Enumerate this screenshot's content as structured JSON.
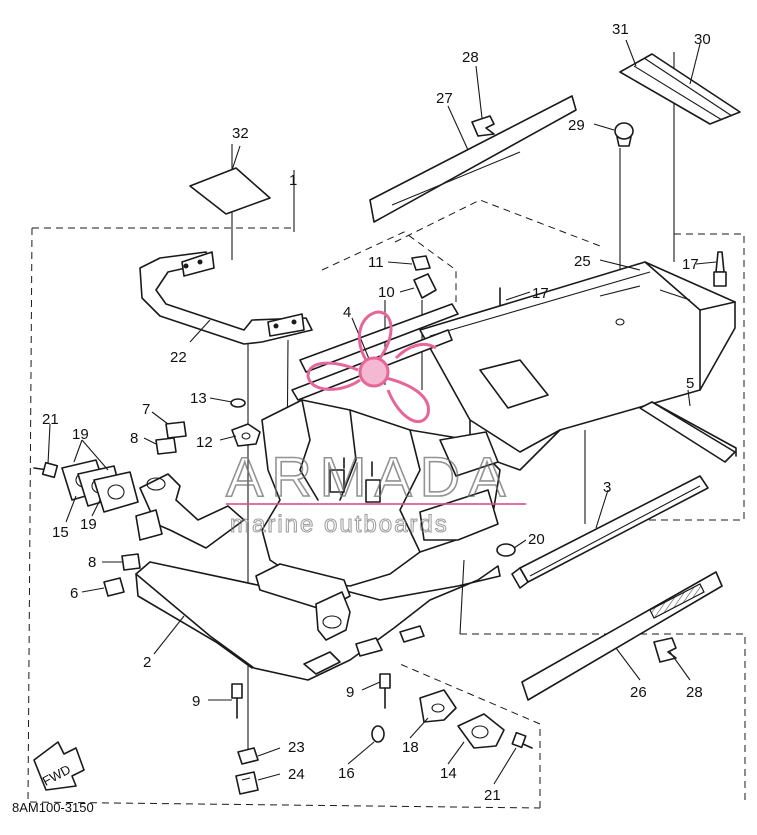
{
  "diagram": {
    "drawing_code": "8AM100-3150",
    "fwd_label": "FWD",
    "watermark": {
      "brand": "ARMADA",
      "tagline": "marine outboards",
      "logo_color": "#e6669a"
    },
    "callouts": [
      {
        "id": "c1",
        "label": "1"
      },
      {
        "id": "c2",
        "label": "2"
      },
      {
        "id": "c3",
        "label": "3"
      },
      {
        "id": "c4",
        "label": "4"
      },
      {
        "id": "c5",
        "label": "5"
      },
      {
        "id": "c6",
        "label": "6"
      },
      {
        "id": "c7",
        "label": "7"
      },
      {
        "id": "c8a",
        "label": "8"
      },
      {
        "id": "c8b",
        "label": "8"
      },
      {
        "id": "c9a",
        "label": "9"
      },
      {
        "id": "c9b",
        "label": "9"
      },
      {
        "id": "c10",
        "label": "10"
      },
      {
        "id": "c11",
        "label": "11"
      },
      {
        "id": "c12",
        "label": "12"
      },
      {
        "id": "c13",
        "label": "13"
      },
      {
        "id": "c14",
        "label": "14"
      },
      {
        "id": "c15",
        "label": "15"
      },
      {
        "id": "c16",
        "label": "16"
      },
      {
        "id": "c17a",
        "label": "17"
      },
      {
        "id": "c17b",
        "label": "17"
      },
      {
        "id": "c18",
        "label": "18"
      },
      {
        "id": "c19a",
        "label": "19"
      },
      {
        "id": "c19b",
        "label": "19"
      },
      {
        "id": "c20",
        "label": "20"
      },
      {
        "id": "c21a",
        "label": "21"
      },
      {
        "id": "c21b",
        "label": "21"
      },
      {
        "id": "c22",
        "label": "22"
      },
      {
        "id": "c23",
        "label": "23"
      },
      {
        "id": "c24",
        "label": "24"
      },
      {
        "id": "c25",
        "label": "25"
      },
      {
        "id": "c26",
        "label": "26"
      },
      {
        "id": "c27",
        "label": "27"
      },
      {
        "id": "c28a",
        "label": "28"
      },
      {
        "id": "c28b",
        "label": "28"
      },
      {
        "id": "c29",
        "label": "29"
      },
      {
        "id": "c30",
        "label": "30"
      },
      {
        "id": "c31",
        "label": "31"
      },
      {
        "id": "c32",
        "label": "32"
      }
    ]
  }
}
